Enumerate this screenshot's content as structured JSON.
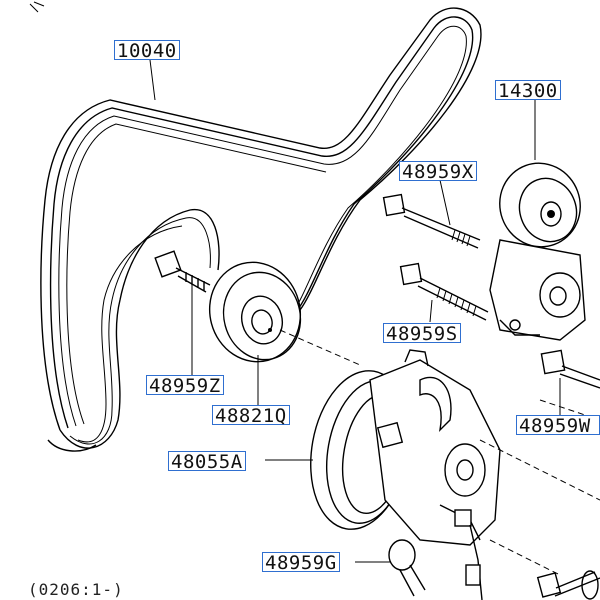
{
  "parts": [
    {
      "id": "belt",
      "label": "10040"
    },
    {
      "id": "tensioner",
      "label": "14300"
    },
    {
      "id": "bolt-upper",
      "label": "48959X"
    },
    {
      "id": "bolt-lower",
      "label": "48959S"
    },
    {
      "id": "idler-bolt",
      "label": "48959Z"
    },
    {
      "id": "idler-pulley",
      "label": "48821Q"
    },
    {
      "id": "pump",
      "label": "48055A"
    },
    {
      "id": "bolt-bottom",
      "label": "48959G"
    },
    {
      "id": "bolt-right",
      "label": "48959W"
    }
  ],
  "footer_code": "(0206:1-)"
}
